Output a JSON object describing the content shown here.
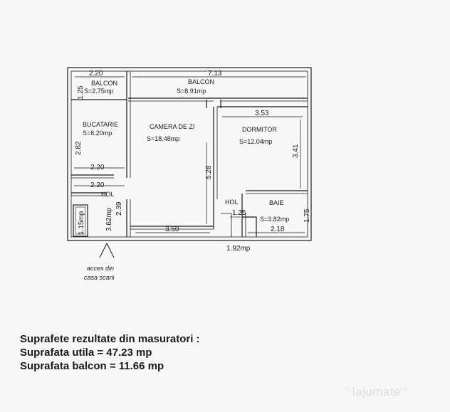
{
  "rooms": {
    "balcon_small": {
      "name": "BALCON",
      "area": "S=2.75mp"
    },
    "balcon_large": {
      "name": "BALCON",
      "area": "S=8.91mp"
    },
    "bucatarie": {
      "name": "BUCATARIE",
      "area": "S=6.20mp"
    },
    "camera_de_zi": {
      "name": "CAMERA DE ZI",
      "area": "S=18.48mp"
    },
    "dormitor": {
      "name": "DORMITOR",
      "area": "S=12.04mp"
    },
    "baie": {
      "name": "BAIE",
      "area": "S=3.82mp"
    },
    "hol_left": {
      "name": "HOL"
    },
    "hol_right": {
      "name": "HOL"
    }
  },
  "dimensions": {
    "d_2_20_top": "2.20",
    "d_7_13": "7.13",
    "d_1_25_left": "1.25",
    "d_3_53": "3.53",
    "d_2_82": "2.82",
    "d_3_41": "3.41",
    "d_2_20_mid": "2.20",
    "d_5_28": "5.28",
    "d_2_20_low": "2.20",
    "d_1_15": "1.15mp",
    "d_3_62": "3.62mp",
    "d_2_39": "2.39",
    "d_1_25_hol": "1.25",
    "d_1_75": "1.75",
    "d_3_50": "3.50",
    "d_2_18": "2.18",
    "d_1_92": "1.92mp"
  },
  "access_note": {
    "line1": "acces din",
    "line2": "casa scarii"
  },
  "summary": {
    "title": "Suprafete rezultate din masuratori :",
    "utila": "Suprafata  utila = 47.23 mp",
    "balcon": "Suprafata balcon = 11.66 mp"
  },
  "watermark": {
    "text": "lajumate",
    "suffix": "ro"
  },
  "colors": {
    "ink": "#1a1a1a",
    "background": "#f7f7f5",
    "watermark": "#dcdcdc"
  }
}
